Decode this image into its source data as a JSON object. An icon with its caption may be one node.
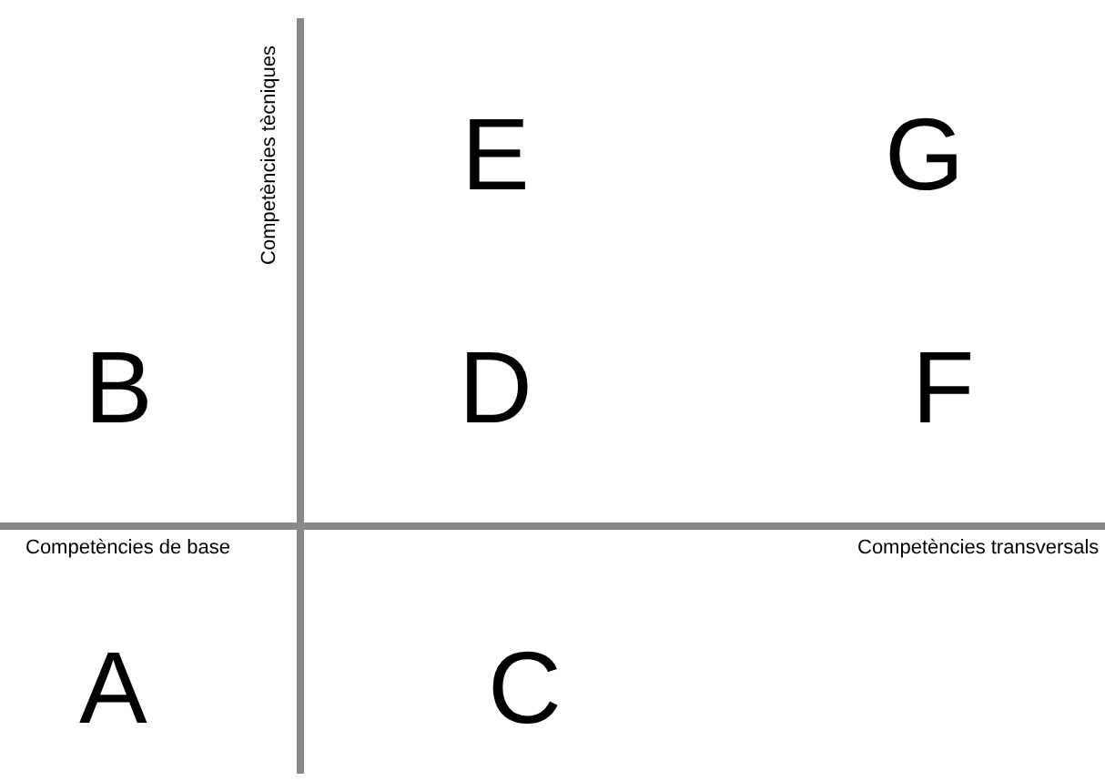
{
  "diagram": {
    "labels": [
      "Competències tècniques",
      "E",
      "G",
      "B",
      "D",
      "F",
      "Competències de base",
      "Competències transversals",
      "A",
      "C"
    ]
  }
}
